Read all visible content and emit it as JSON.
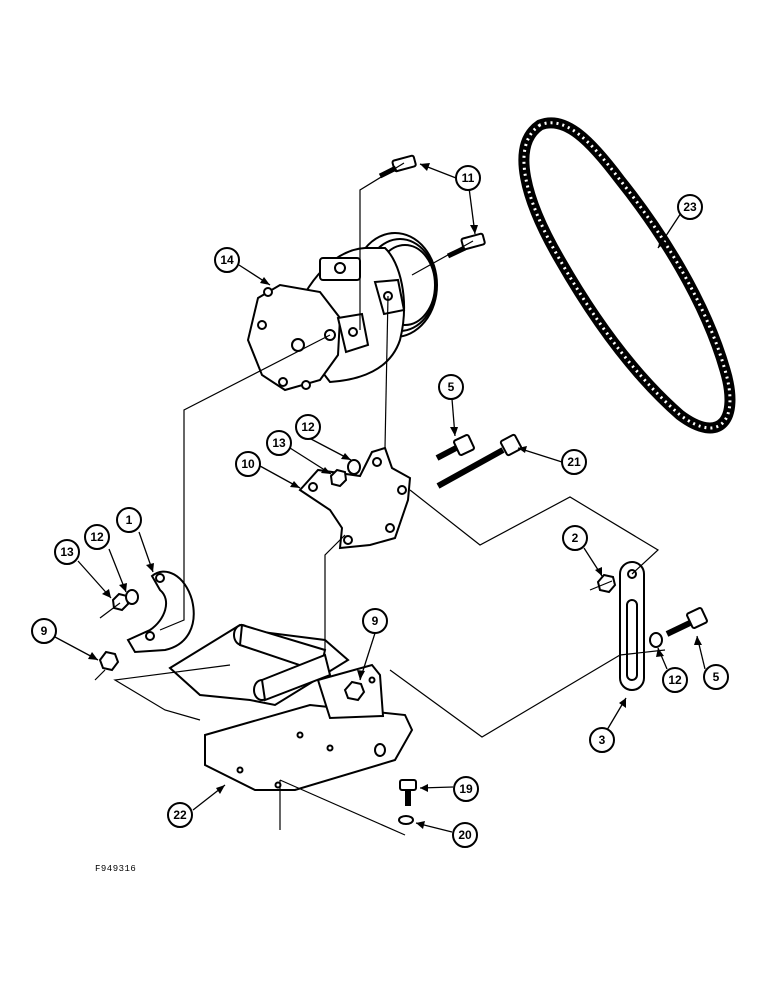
{
  "figure_id": "F949316",
  "colors": {
    "ink": "#000000",
    "paper": "#ffffff",
    "shade": "#444444"
  },
  "callouts": [
    {
      "label": "11",
      "part": "bolt"
    },
    {
      "label": "23",
      "part": "drive-belt"
    },
    {
      "label": "14",
      "part": "compressor"
    },
    {
      "label": "5",
      "part": "bolt"
    },
    {
      "label": "21",
      "part": "long-bolt"
    },
    {
      "label": "12",
      "part": "washer"
    },
    {
      "label": "13",
      "part": "nut"
    },
    {
      "label": "10",
      "part": "mounting-bracket"
    },
    {
      "label": "1",
      "part": "support-plate"
    },
    {
      "label": "12",
      "part": "washer"
    },
    {
      "label": "13",
      "part": "nut"
    },
    {
      "label": "2",
      "part": "nut"
    },
    {
      "label": "9",
      "part": "nut"
    },
    {
      "label": "9",
      "part": "nut"
    },
    {
      "label": "5",
      "part": "bolt"
    },
    {
      "label": "12",
      "part": "washer"
    },
    {
      "label": "3",
      "part": "adjusting-strap"
    },
    {
      "label": "19",
      "part": "bolt"
    },
    {
      "label": "22",
      "part": "base-bracket"
    },
    {
      "label": "20",
      "part": "washer"
    }
  ]
}
